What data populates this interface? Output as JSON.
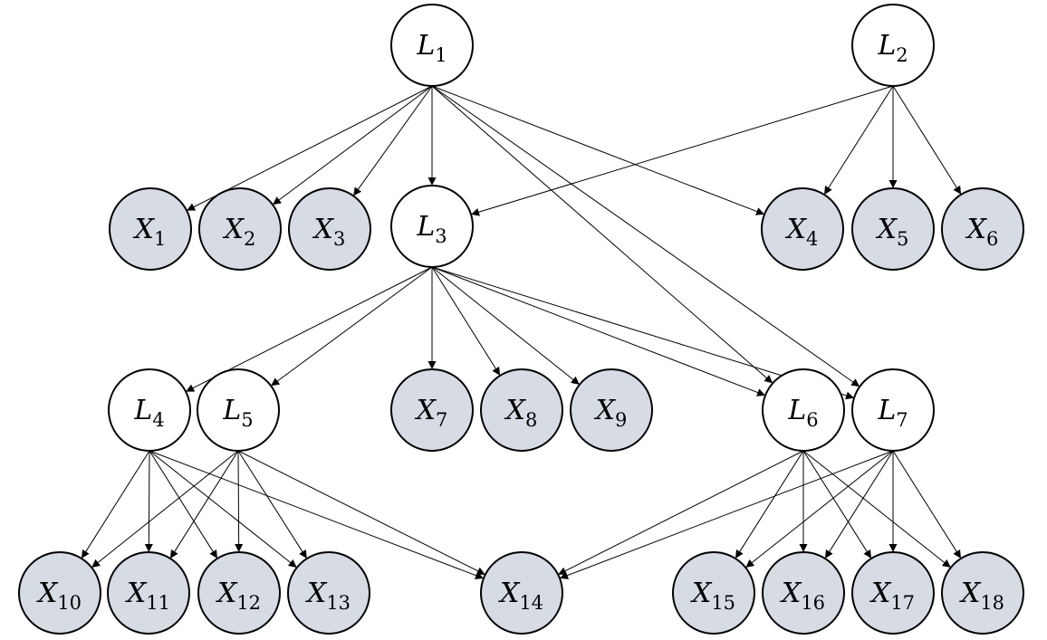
{
  "colors": {
    "latent_fill": "#ffffff",
    "observed_fill": "#d6dbe4",
    "stroke": "#000000"
  },
  "nodes": [
    {
      "id": "L1",
      "letter": "L",
      "subscript": "1",
      "kind": "latent"
    },
    {
      "id": "L2",
      "letter": "L",
      "subscript": "2",
      "kind": "latent"
    },
    {
      "id": "L3",
      "letter": "L",
      "subscript": "3",
      "kind": "latent"
    },
    {
      "id": "L4",
      "letter": "L",
      "subscript": "4",
      "kind": "latent"
    },
    {
      "id": "L5",
      "letter": "L",
      "subscript": "5",
      "kind": "latent"
    },
    {
      "id": "L6",
      "letter": "L",
      "subscript": "6",
      "kind": "latent"
    },
    {
      "id": "L7",
      "letter": "L",
      "subscript": "7",
      "kind": "latent"
    },
    {
      "id": "X1",
      "letter": "X",
      "subscript": "1",
      "kind": "observed"
    },
    {
      "id": "X2",
      "letter": "X",
      "subscript": "2",
      "kind": "observed"
    },
    {
      "id": "X3",
      "letter": "X",
      "subscript": "3",
      "kind": "observed"
    },
    {
      "id": "X4",
      "letter": "X",
      "subscript": "4",
      "kind": "observed"
    },
    {
      "id": "X5",
      "letter": "X",
      "subscript": "5",
      "kind": "observed"
    },
    {
      "id": "X6",
      "letter": "X",
      "subscript": "6",
      "kind": "observed"
    },
    {
      "id": "X7",
      "letter": "X",
      "subscript": "7",
      "kind": "observed"
    },
    {
      "id": "X8",
      "letter": "X",
      "subscript": "8",
      "kind": "observed"
    },
    {
      "id": "X9",
      "letter": "X",
      "subscript": "9",
      "kind": "observed"
    },
    {
      "id": "X10",
      "letter": "X",
      "subscript": "10",
      "kind": "observed"
    },
    {
      "id": "X11",
      "letter": "X",
      "subscript": "11",
      "kind": "observed"
    },
    {
      "id": "X12",
      "letter": "X",
      "subscript": "12",
      "kind": "observed"
    },
    {
      "id": "X13",
      "letter": "X",
      "subscript": "13",
      "kind": "observed"
    },
    {
      "id": "X14",
      "letter": "X",
      "subscript": "14",
      "kind": "observed"
    },
    {
      "id": "X15",
      "letter": "X",
      "subscript": "15",
      "kind": "observed"
    },
    {
      "id": "X16",
      "letter": "X",
      "subscript": "16",
      "kind": "observed"
    },
    {
      "id": "X17",
      "letter": "X",
      "subscript": "17",
      "kind": "observed"
    },
    {
      "id": "X18",
      "letter": "X",
      "subscript": "18",
      "kind": "observed"
    }
  ],
  "edges": [
    [
      "L1",
      "X1"
    ],
    [
      "L1",
      "X2"
    ],
    [
      "L1",
      "X3"
    ],
    [
      "L1",
      "L3"
    ],
    [
      "L1",
      "X4"
    ],
    [
      "L1",
      "L6"
    ],
    [
      "L1",
      "L7"
    ],
    [
      "L2",
      "L3"
    ],
    [
      "L2",
      "X4"
    ],
    [
      "L2",
      "X5"
    ],
    [
      "L2",
      "X6"
    ],
    [
      "L3",
      "L4"
    ],
    [
      "L3",
      "L5"
    ],
    [
      "L3",
      "X7"
    ],
    [
      "L3",
      "X8"
    ],
    [
      "L3",
      "X9"
    ],
    [
      "L3",
      "L6"
    ],
    [
      "L3",
      "L7"
    ],
    [
      "L4",
      "X10"
    ],
    [
      "L4",
      "X11"
    ],
    [
      "L4",
      "X12"
    ],
    [
      "L4",
      "X13"
    ],
    [
      "L4",
      "X14"
    ],
    [
      "L5",
      "X10"
    ],
    [
      "L5",
      "X11"
    ],
    [
      "L5",
      "X12"
    ],
    [
      "L5",
      "X13"
    ],
    [
      "L5",
      "X14"
    ],
    [
      "L6",
      "X14"
    ],
    [
      "L6",
      "X15"
    ],
    [
      "L6",
      "X16"
    ],
    [
      "L6",
      "X17"
    ],
    [
      "L6",
      "X18"
    ],
    [
      "L7",
      "X14"
    ],
    [
      "L7",
      "X15"
    ],
    [
      "L7",
      "X16"
    ],
    [
      "L7",
      "X17"
    ],
    [
      "L7",
      "X18"
    ]
  ]
}
